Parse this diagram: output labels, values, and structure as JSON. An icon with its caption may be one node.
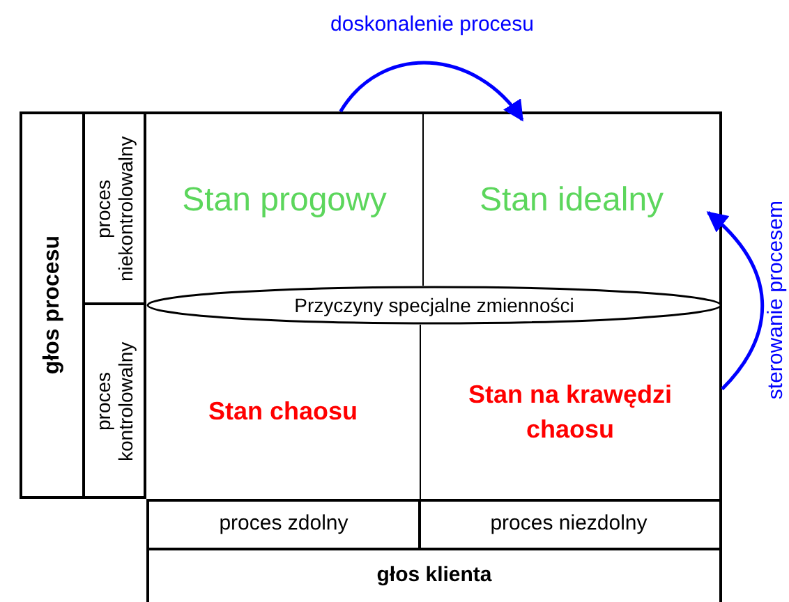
{
  "diagram": {
    "nodes": [
      {
        "text": [
          "głos procesu"
        ]
      },
      {
        "text": [
          "proces niekontrolowalny"
        ]
      },
      {
        "text": [
          "proces kontrolowalny"
        ]
      },
      {
        "text": [
          "Stan progowy"
        ]
      },
      {
        "text": [
          "Stan idealny"
        ]
      },
      {
        "text": [
          "Przyczyny specjalne zmienności"
        ]
      },
      {
        "text": [
          "Stan chaosu"
        ]
      },
      {
        "text": [
          "Stan na krawędzi chaosu"
        ]
      },
      {
        "text": [
          "proces zdolny"
        ]
      },
      {
        "text": [
          "proces niezdolny"
        ]
      },
      {
        "text": [
          "głos klienta"
        ]
      }
    ],
    "edges": [
      {
        "from": 3,
        "to": 4,
        "arrow": "to",
        "label": "doskonalenie procesu"
      },
      {
        "from": 7,
        "to": 4,
        "arrow": "to",
        "label": "sterowanie procesem"
      }
    ]
  }
}
